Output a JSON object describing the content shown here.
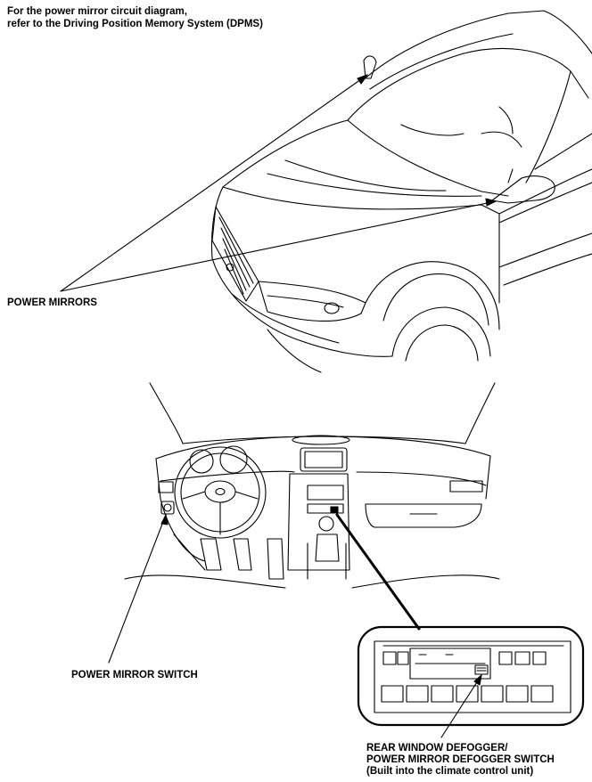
{
  "note": {
    "line1": "For the power mirror circuit diagram,",
    "line2": "refer to the Driving Position Memory System (DPMS)"
  },
  "labels": {
    "power_mirrors": "POWER MIRRORS",
    "power_mirror_switch": "POWER MIRROR SWITCH",
    "defogger_line1": "REAR WINDOW DEFOGGER/",
    "defogger_line2": "POWER MIRROR DEFOGGER SWITCH",
    "defogger_line3": "(Built into the climate control unit)"
  }
}
